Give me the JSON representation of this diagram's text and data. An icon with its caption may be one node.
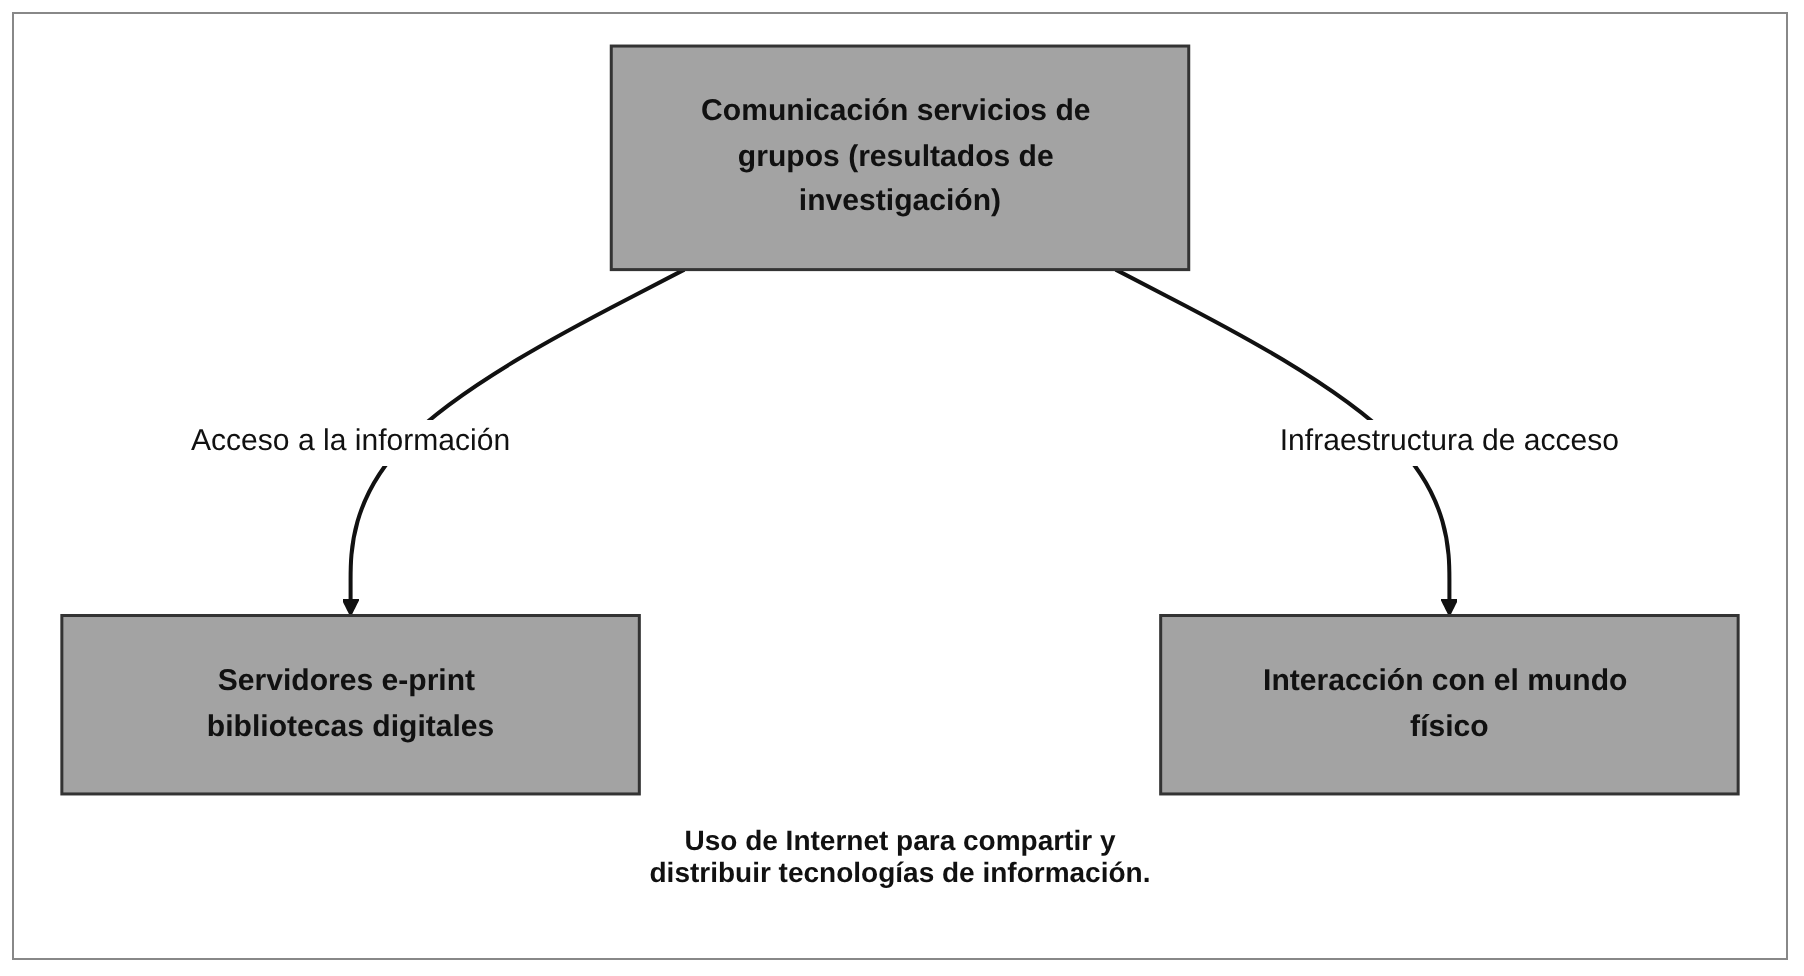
{
  "diagram": {
    "nodes": [
      {
        "text": [
          "Comunicación servicios de grupos (resultados de investigación)"
        ]
      },
      {
        "text": [
          "Servidores e-print bibliotecas digitales"
        ]
      },
      {
        "text": [
          "Interacción con el mundo físico"
        ]
      }
    ],
    "edges": [
      {
        "from": 0,
        "to": 1,
        "arrow": "to",
        "label": "Acceso a la información"
      },
      {
        "from": 0,
        "to": 2,
        "arrow": "to",
        "label": "Infraestructura de acceso"
      }
    ],
    "labels": [
      "Uso de Internet para compartir y distribuir tecnologías de información."
    ]
  }
}
